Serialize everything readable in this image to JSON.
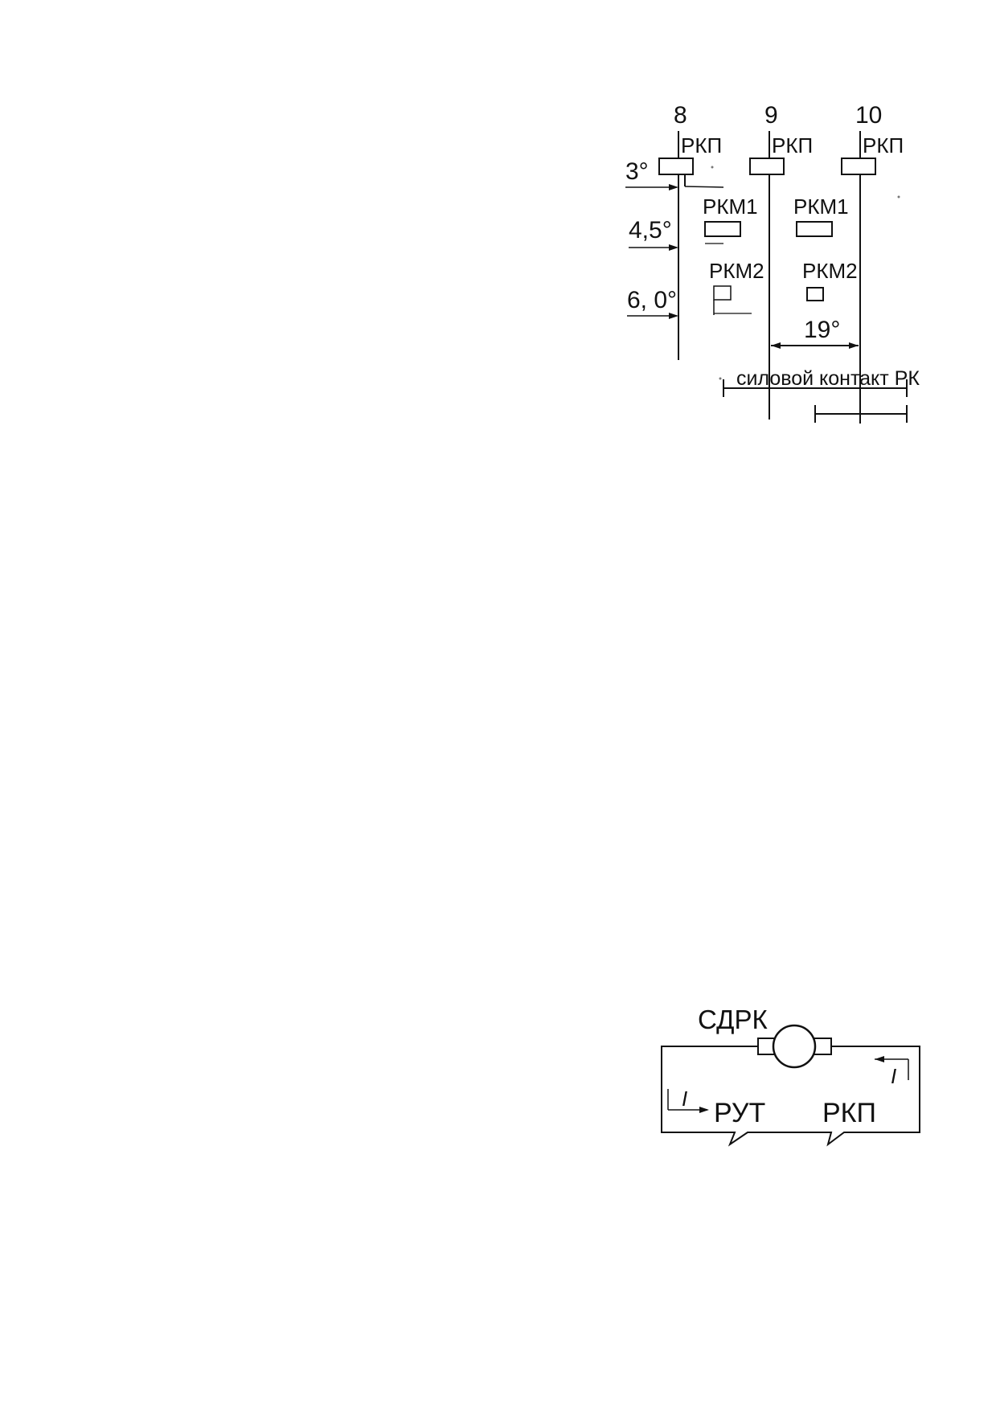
{
  "timing_diagram": {
    "positions": [
      "8",
      "9",
      "10"
    ],
    "rkp_label": "РКП",
    "rkm1_label": "РКМ1",
    "rkm2_label": "РКМ2",
    "angles": [
      "3°",
      "4,5°",
      "6, 0°"
    ],
    "span_angle": "19°",
    "power_contact_label": "силовой контакт РК"
  },
  "circuit": {
    "motor_label": "СДРК",
    "current_label": "I",
    "rut_label": "РУТ",
    "rkp_label": "РКП"
  }
}
